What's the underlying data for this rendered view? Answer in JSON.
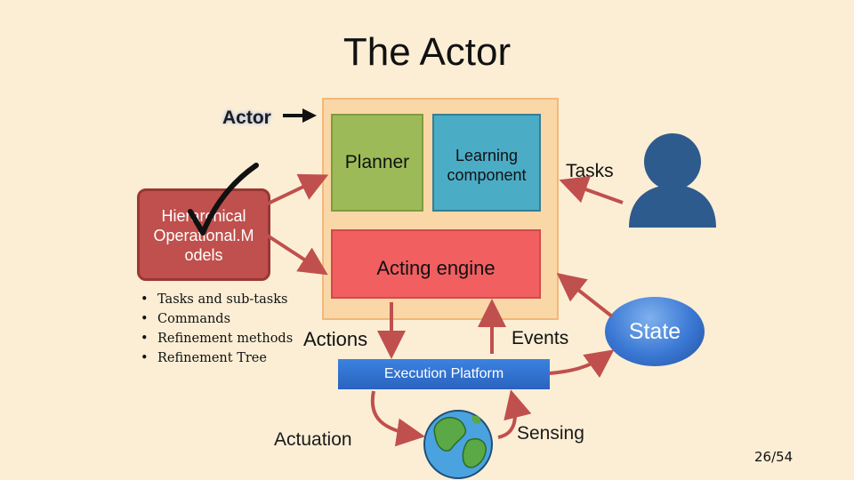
{
  "title": "The Actor",
  "actor_label": "Actor",
  "components": {
    "planner": "Planner",
    "learning": "Learning component",
    "acting_engine": "Acting engine"
  },
  "hierarchical_models": {
    "line1": "Hierarchical",
    "line2": "Operational.M",
    "line3": "odels"
  },
  "bullets": [
    "Tasks and sub-tasks",
    "Commands",
    "Refinement methods",
    "Refinement Tree"
  ],
  "labels": {
    "actions": "Actions",
    "events": "Events",
    "tasks": "Tasks",
    "state": "State",
    "execution_platform": "Execution Platform",
    "actuation": "Actuation",
    "sensing": "Sensing"
  },
  "page_number": "26/54",
  "colors": {
    "background": "#fbeed5",
    "actor_box": "#f9d7a7",
    "planner": "#9cbb58",
    "learning": "#4bacc6",
    "acting_engine": "#f15f61",
    "hierarchical_models": "#c0504d",
    "arrows": "#c0504d",
    "state": "#3a78d4",
    "execution_platform": "#2f6fd1"
  },
  "icons": {
    "checkmark": "check-icon",
    "user": "user-icon",
    "globe": "globe-icon"
  }
}
